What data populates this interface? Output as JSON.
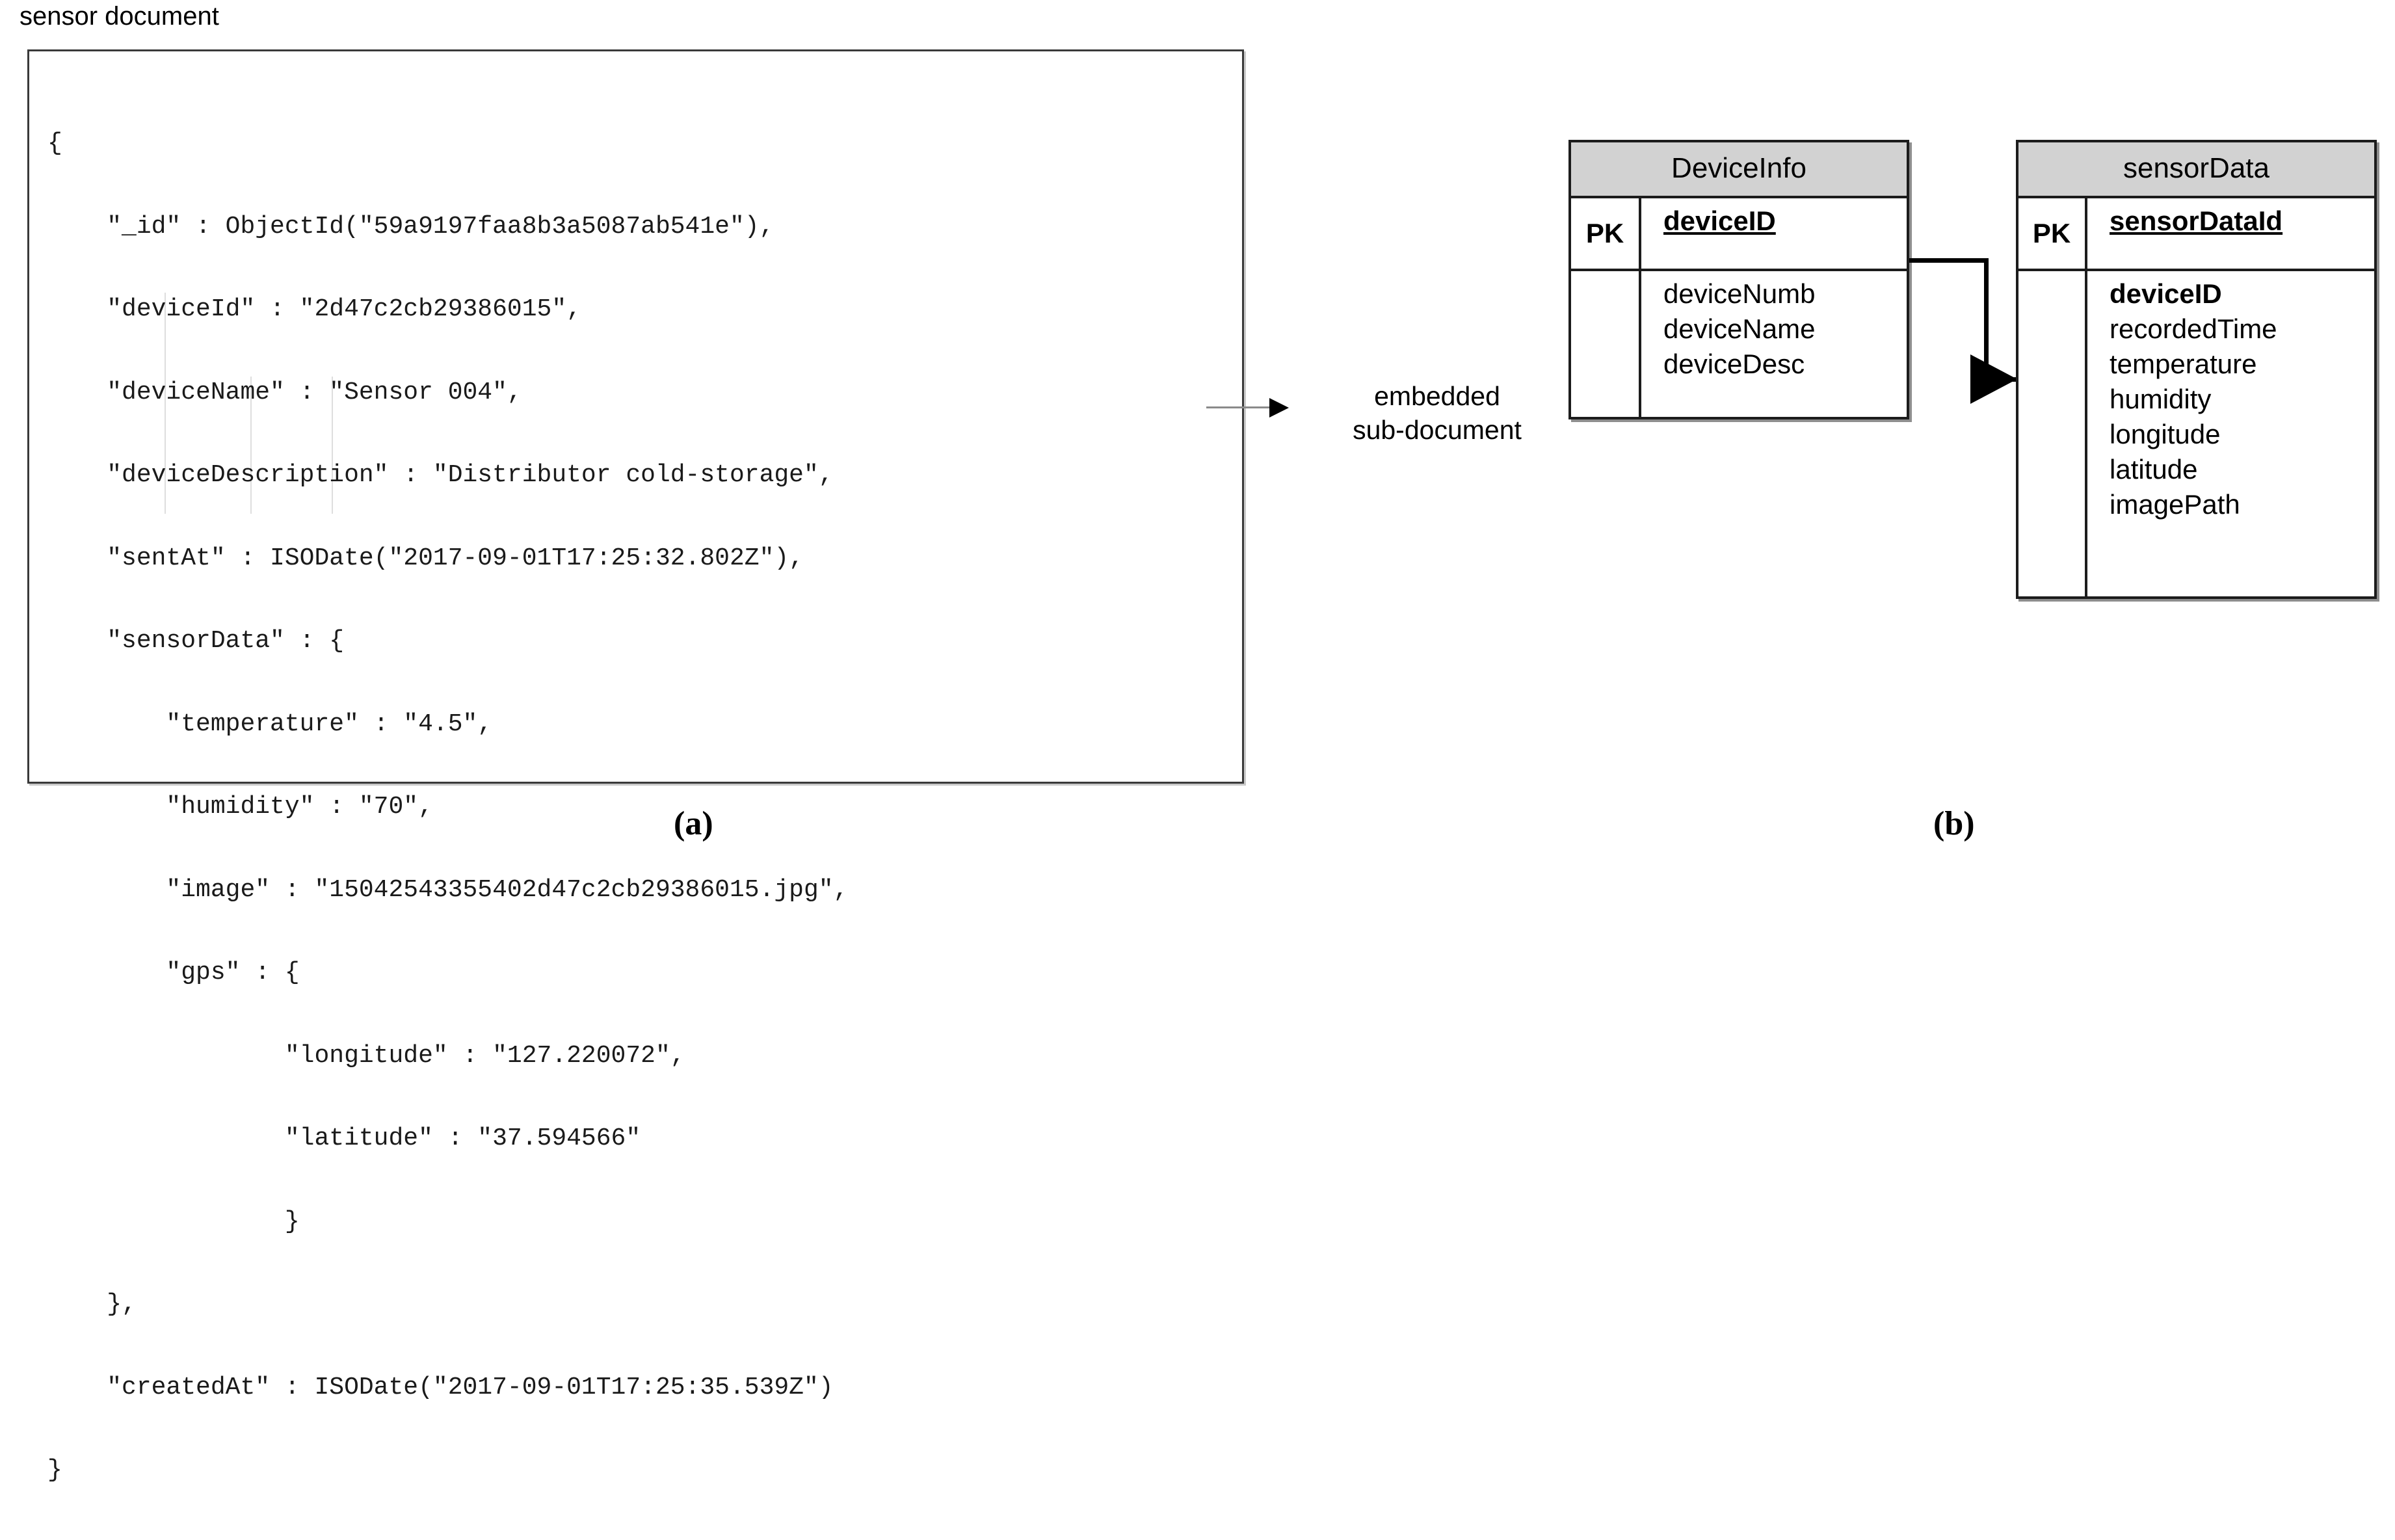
{
  "figure": {
    "panel_a_caption": "(a)",
    "panel_b_caption": "(b)"
  },
  "panel_a": {
    "title": "sensor document",
    "code_lines": [
      "{",
      "    \"_id\" : ObjectId(\"59a9197faa8b3a5087ab541e\"),",
      "    \"deviceId\" : \"2d47c2cb29386015\",",
      "    \"deviceName\" : \"Sensor 004\",",
      "    \"deviceDescription\" : \"Distributor cold-storage\",",
      "    \"sentAt\" : ISODate(\"2017-09-01T17:25:32.802Z\"),",
      "    \"sensorData\" : {",
      "        \"temperature\" : \"4.5\",",
      "        \"humidity\" : \"70\",",
      "        \"image\" : \"15042543355402d47c2cb29386015.jpg\",",
      "        \"gps\" : {",
      "                \"longitude\" : \"127.220072\",",
      "                \"latitude\" : \"37.594566\"",
      "                }",
      "    },",
      "    \"createdAt\" : ISODate(\"2017-09-01T17:25:35.539Z\")",
      "}"
    ],
    "annotation": {
      "line1": "embedded",
      "line2": "sub-document"
    }
  },
  "panel_b": {
    "tables": [
      {
        "name": "DeviceInfo",
        "key_label": "PK",
        "primary_key": "deviceID",
        "fields": [
          "deviceNumb",
          "deviceName",
          "deviceDesc"
        ]
      },
      {
        "name": "sensorData",
        "key_label": "PK",
        "primary_key": "sensorDataId",
        "foreign_key": "deviceID",
        "fields": [
          "recordedTime",
          "temperature",
          "humidity",
          "longitude",
          "latitude",
          "imagePath"
        ]
      }
    ],
    "relationship": {
      "from": "DeviceInfo.deviceID",
      "to": "sensorData.deviceID"
    }
  },
  "colors": {
    "table_header_fill": "#d2d2d2",
    "table_border": "#1c1c1c",
    "doc_box_border": "#3a3a3a",
    "indent_guide": "#dedede",
    "arrow_line": "#8a8a8a",
    "text": "#000000"
  }
}
